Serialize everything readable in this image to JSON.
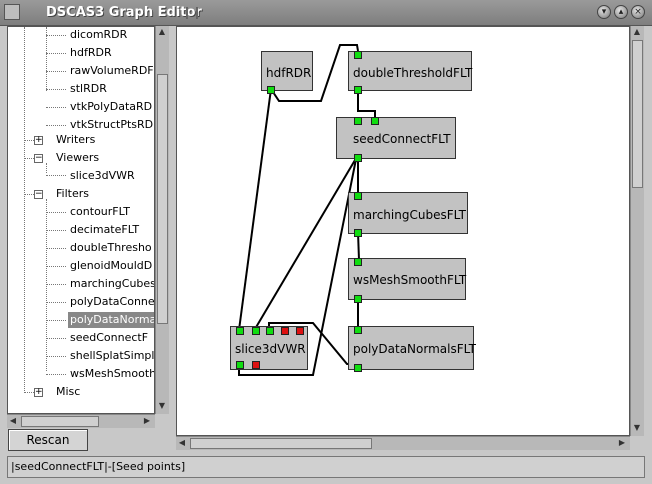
{
  "window": {
    "title": "DSCAS3 Graph Editor"
  },
  "tree": {
    "items": [
      {
        "label": "dicomRDR"
      },
      {
        "label": "hdfRDR"
      },
      {
        "label": "rawVolumeRDF"
      },
      {
        "label": "stlRDR"
      },
      {
        "label": "vtkPolyDataRD"
      },
      {
        "label": "vtkStructPtsRD"
      },
      {
        "label": "Writers"
      },
      {
        "label": "Viewers"
      },
      {
        "label": "slice3dVWR"
      },
      {
        "label": "Filters"
      },
      {
        "label": "contourFLT"
      },
      {
        "label": "decimateFLT"
      },
      {
        "label": "doubleThresho"
      },
      {
        "label": "glenoidMouldD"
      },
      {
        "label": "marchingCubes"
      },
      {
        "label": "polyDataConne"
      },
      {
        "label": "polyDataNorma"
      },
      {
        "label": "seedConnectF"
      },
      {
        "label": "shellSplatSimpl"
      },
      {
        "label": "wsMeshSmooth"
      },
      {
        "label": "Misc"
      }
    ],
    "expand_plus": "+",
    "expand_minus": "−"
  },
  "buttons": {
    "rescan": "Rescan"
  },
  "graph": {
    "nodes": [
      {
        "label": "hdfRDR"
      },
      {
        "label": "doubleThresholdFLT"
      },
      {
        "label": "seedConnectFLT"
      },
      {
        "label": "marchingCubesFLT"
      },
      {
        "label": "wsMeshSmoothFLT"
      },
      {
        "label": "polyDataNormalsFLT"
      },
      {
        "label": "slice3dVWR"
      }
    ]
  },
  "status": {
    "text": "|seedConnectFLT|-[Seed points]"
  },
  "colors": {
    "port_connected": "#11dd11",
    "port_unconnected": "#dd1111",
    "node_bg": "#c2c2c2",
    "selection": "#888888"
  }
}
